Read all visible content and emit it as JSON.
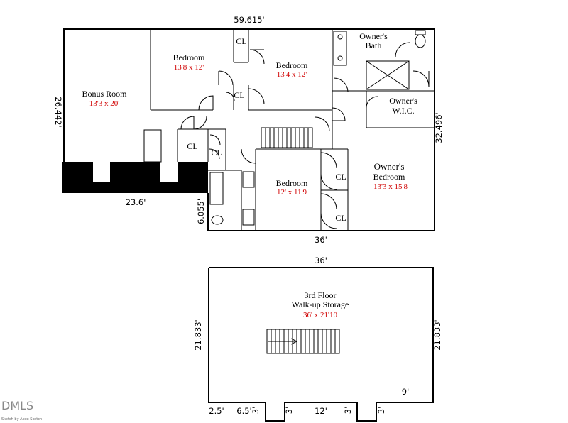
{
  "second_floor": {
    "dimensions": {
      "top_width": "59.615'",
      "left_height": "26.442'",
      "right_height": "32.496'",
      "lower_left_width": "23.6'",
      "small_height": "6.055'",
      "bottom_width": "36'"
    },
    "rooms": {
      "bonus_room": {
        "name": "Bonus Room",
        "size": "13'3 x 20'"
      },
      "bedroom_1": {
        "name": "Bedroom",
        "size": "13'8 x 12'"
      },
      "bedroom_2": {
        "name": "Bedroom",
        "size": "13'4 x 12'"
      },
      "owners_bath": {
        "name_line1": "Owner's",
        "name_line2": "Bath"
      },
      "owners_wic": {
        "name_line1": "Owner's",
        "name_line2": "W.I.C."
      },
      "owners_bedroom": {
        "name_line1": "Owner's",
        "name_line2": "Bedroom",
        "size": "13'3 x 15'8"
      },
      "bedroom_3": {
        "name": "Bedroom",
        "size": "12' x 11'9"
      }
    },
    "closets": {
      "cl_a": "CL",
      "cl_b": "CL",
      "cl_c": "CL",
      "cl_d": "CL",
      "cl_e": "CL",
      "cl_f": "CL"
    }
  },
  "third_floor": {
    "dimensions": {
      "top_width": "36'",
      "left_height": "21.833'",
      "right_height": "21.833'",
      "seg_2_5": "2.5'",
      "seg_6_5": "6.5'",
      "seg_3a": "3'",
      "seg_3b": "3'",
      "seg_12": "12'",
      "seg_3c": "3'",
      "seg_3d": "3'",
      "seg_9": "9'"
    },
    "storage": {
      "line1": "3rd Floor",
      "line2": "Walk-up Storage",
      "size": "36' x 21'10"
    }
  },
  "watermark": {
    "logo": "DMLS",
    "credit": "Sketch by Apex Sketch"
  }
}
